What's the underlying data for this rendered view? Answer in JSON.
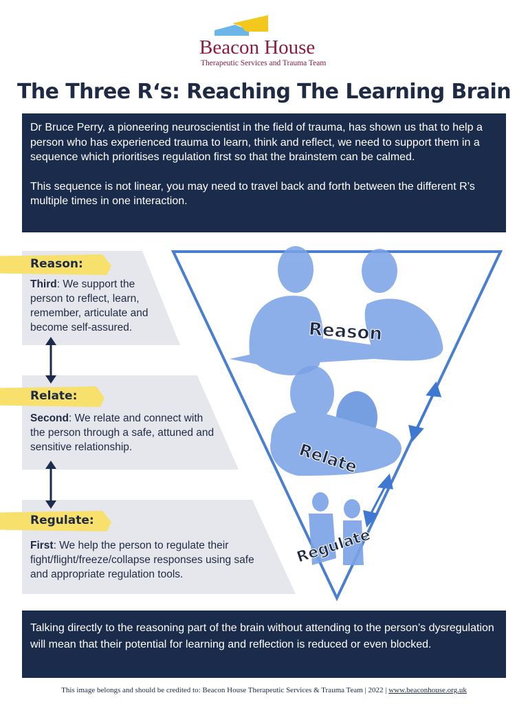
{
  "logo": {
    "name": "Beacon House",
    "tagline": "Therapeutic Services and Trauma Team",
    "colors": {
      "brand": "#8a1c3c",
      "roof_yellow": "#f2c81c",
      "roof_blue": "#6bb6e6"
    }
  },
  "title": "The Three R‘s: Reaching The Learning Brain",
  "intro": {
    "paragraph1": "Dr Bruce Perry, a pioneering neuroscientist in the field of trauma, has shown us that to help a person who has experienced trauma to learn, think and reflect, we need to support them in a sequence which prioritises regulation first so that the brainstem can be calmed.",
    "paragraph2": "This sequence is not linear, you may need to travel back and forth between the different R’s multiple times in one interaction."
  },
  "stages": [
    {
      "heading": "Reason:",
      "order": "Third",
      "text": ": We support the person to reflect, learn, remember, articulate and become self-assured."
    },
    {
      "heading": "Relate:",
      "order": "Second",
      "text": ": We relate and connect with the person through a safe, attuned and sensitive relationship."
    },
    {
      "heading": "Regulate:",
      "order": "First",
      "text": ": We help the person to regulate their fight/flight/freeze/collapse responses using safe and appropriate regulation tools."
    }
  ],
  "diagram": {
    "labels": [
      "Reason",
      "Relate",
      "Regulate"
    ],
    "colors": {
      "outline": "#4a7fd0",
      "figures": "#7aa2e6",
      "arrows": "#3f78d0"
    }
  },
  "closing": "Talking directly to the reasoning part of the brain without attending to the person’s dysregulation will mean that their potential for learning and reflection is reduced or even blocked.",
  "credit": {
    "text": "This image belongs and should be credited to: Beacon House Therapeutic Services & Trauma Team | 2022 | ",
    "link": "www.beaconhouse.org.uk"
  },
  "theme": {
    "navy": "#1b2b4b",
    "yellow": "#f7e06b",
    "grey": "#e6e7ec"
  }
}
